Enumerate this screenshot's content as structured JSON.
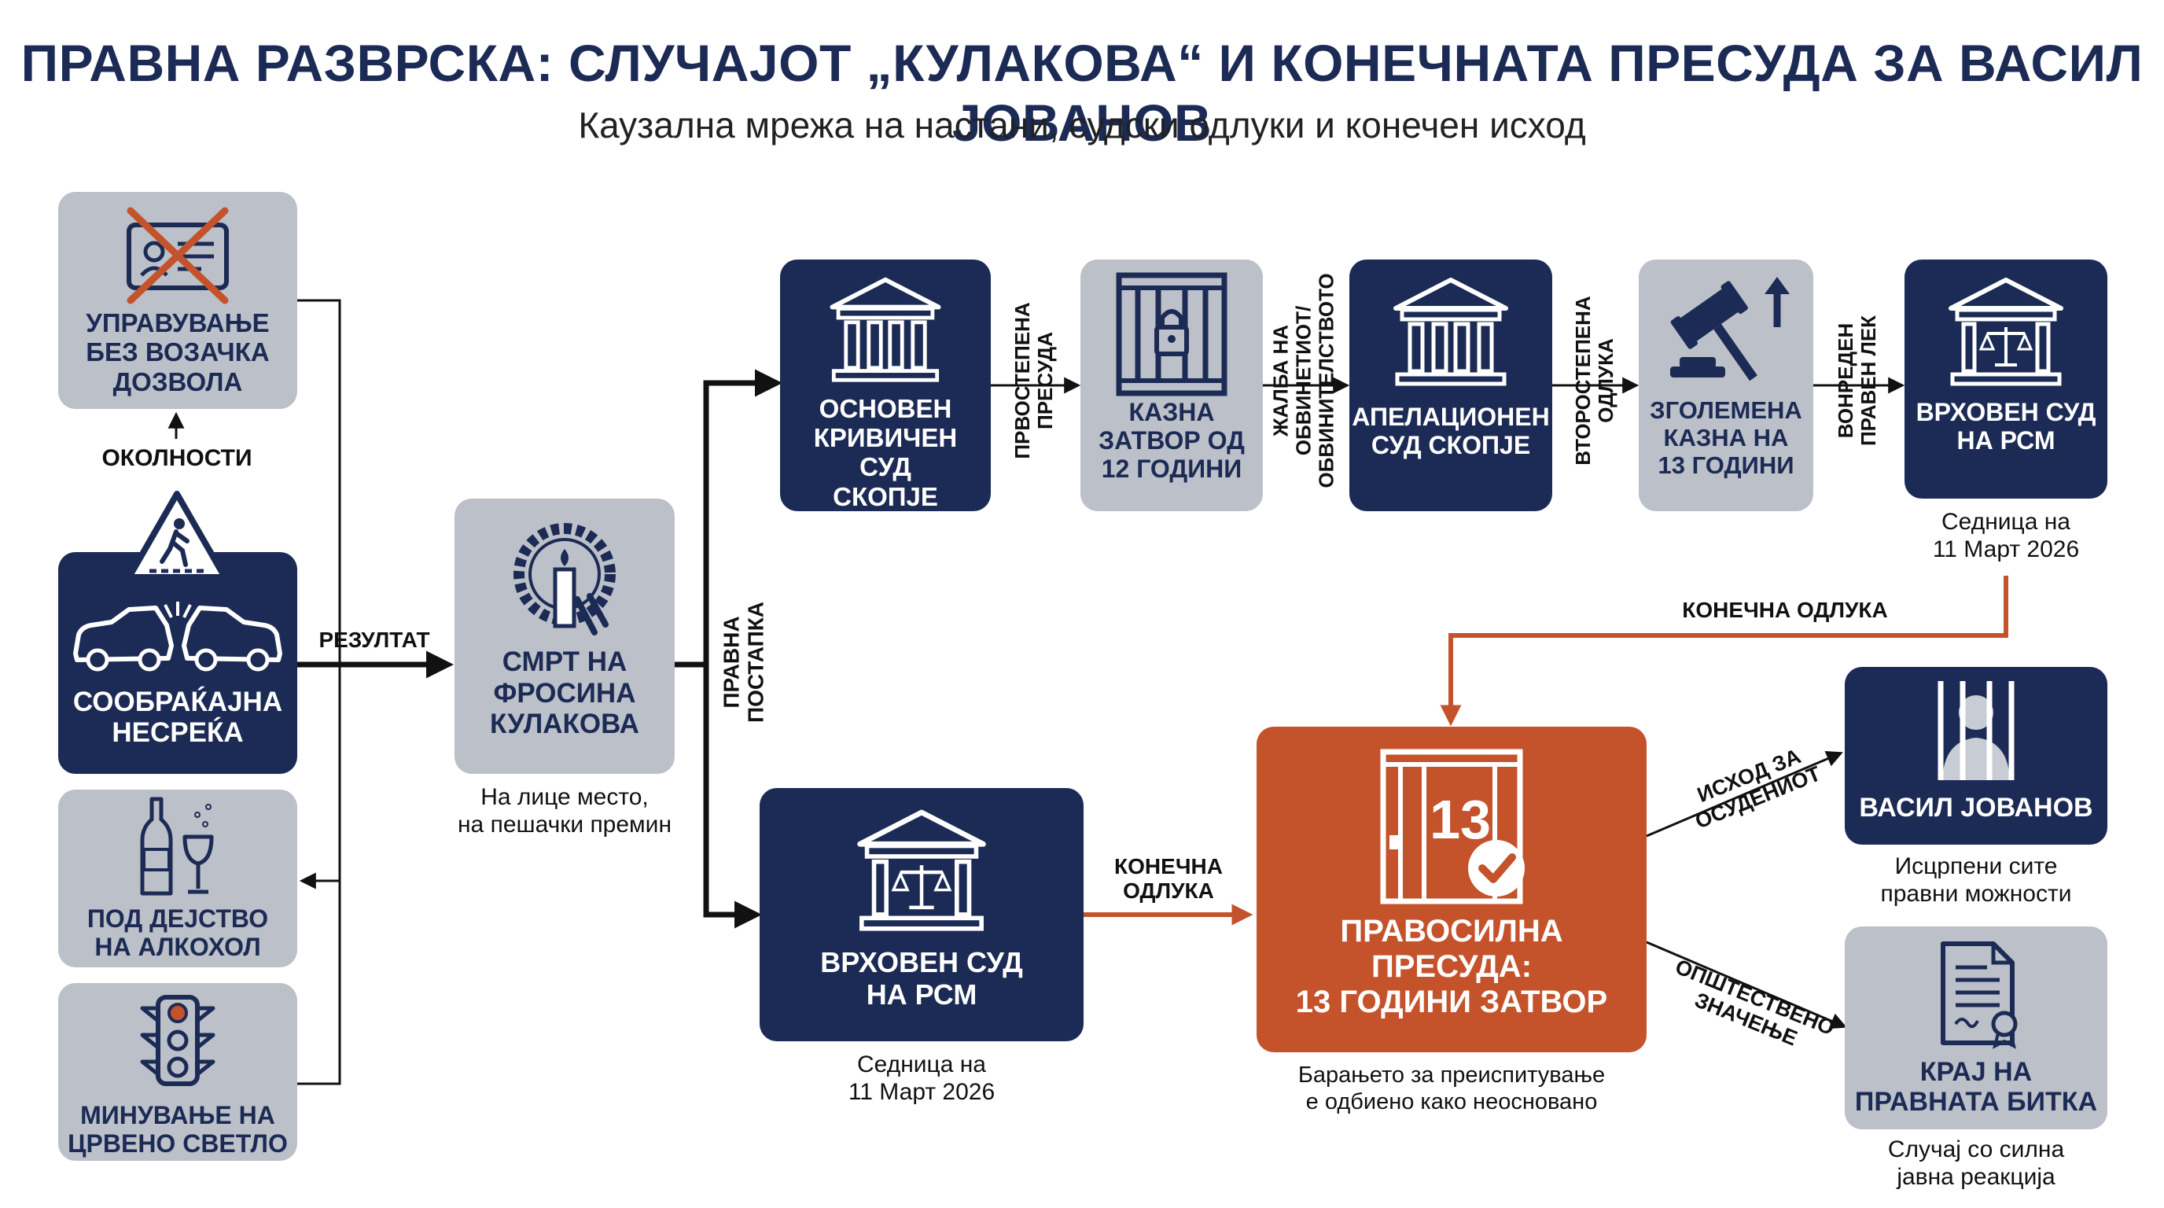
{
  "title": "ПРАВНА РАЗВРСКА: СЛУЧАЈОТ „КУЛАКОВА“ И КОНЕЧНАТА ПРЕСУДА ЗА ВАСИЛ ЈОВАНОВ",
  "subtitle": "Каузална мрежа на настани, судски одлуки и конечен исход",
  "colors": {
    "navy": "#1c2b55",
    "grey": "#bcc0c8",
    "orange": "#c4532c",
    "arrow": "#111111",
    "accent_arrow": "#c4532c"
  },
  "nodes": {
    "no_license": {
      "label": "УПРАВУВАЊЕ\nБЕЗ ВОЗАЧКА\nДОЗВОЛА",
      "icon": "crossed-license-icon"
    },
    "accident": {
      "label": "СООБРАЌАЈНА\nНЕСРЕЌА",
      "icon": "car-crash-icon",
      "badge_icon": "pedestrian-crossing-icon"
    },
    "alcohol": {
      "label": "ПОД ДЕЈСТВО\nНА АЛКОХОЛ",
      "icon": "bottle-glass-icon"
    },
    "red_light": {
      "label": "МИНУВАЊЕ НА\nЦРВЕНО СВЕТЛО",
      "icon": "traffic-light-icon"
    },
    "death": {
      "label": "СМРТ НА\nФРОСИНА\nКУЛАКОВА",
      "icon": "memorial-wreath-icon",
      "caption": "На лице место,\nна пешачки премин"
    },
    "basic_court": {
      "label": "ОСНОВЕН\nКРИВИЧЕН СУД\nСКОПЈЕ",
      "icon": "courthouse-icon"
    },
    "sentence_12": {
      "label": "КАЗНА\nЗАТВОР ОД\n12 ГОДИНИ",
      "icon": "prison-bars-lock-icon"
    },
    "appeal_court": {
      "label": "АПЕЛАЦИОНЕН\nСУД СКОПЈЕ",
      "icon": "courthouse-icon"
    },
    "sentence_13": {
      "label": "ЗГОЛЕМЕНА\nКАЗНА НА\n13 ГОДИНИ",
      "icon": "gavel-up-icon"
    },
    "supreme_top": {
      "label": "ВРХОВЕН СУД\nНА РСМ",
      "icon": "courthouse-scales-icon",
      "caption": "Седница на\n11 Март 2026"
    },
    "supreme_bottom": {
      "label": "ВРХОВЕН СУД\nНА РСМ",
      "icon": "courthouse-scales-icon",
      "caption": "Седница на\n11 Март 2026"
    },
    "final_verdict": {
      "label": "ПРАВОСИЛНА\nПРЕСУДА:\n13 ГОДИНИ ЗАТВОР",
      "icon": "prison-door-check-icon",
      "number": "13",
      "caption": "Барањето за преиспитување\nе одбиено како неосновано"
    },
    "vasil": {
      "label": "ВАСИЛ ЈОВАНОВ",
      "icon": "prisoner-icon",
      "caption": "Исцрпени сите\nправни можности"
    },
    "end_battle": {
      "label": "КРАЈ НА\nПРАВНАТА БИТКА",
      "icon": "certificate-icon",
      "caption": "Случај со силна\nјавна реакција"
    }
  },
  "edges": {
    "circumstances": "ОКОЛНОСТИ",
    "result": "РЕЗУЛТАТ",
    "legal_procedure": "ПРАВНА\nПОСТАПКА",
    "first_instance": "ПРВОСТЕПЕНА\nПРЕСУДА",
    "appeal": "ЖАЛБА НА ОБВИНЕТИОТ/\nОБВИНИТЕЛСТВОТО",
    "second_instance": "ВТОРОСТЕПЕНА\nОДЛУКА",
    "extraordinary": "ВОНРЕДЕН\nПРАВЕН ЛЕК",
    "final_decision_top": "КОНЕЧНА ОДЛУКА",
    "final_decision_bottom": "КОНЕЧНА\nОДЛУКА",
    "outcome_convict": "ИСХОД ЗА\nОСУДЕНИОТ",
    "social_significance": "ОПШТЕСТВЕНО\nЗНАЧЕЊЕ"
  }
}
